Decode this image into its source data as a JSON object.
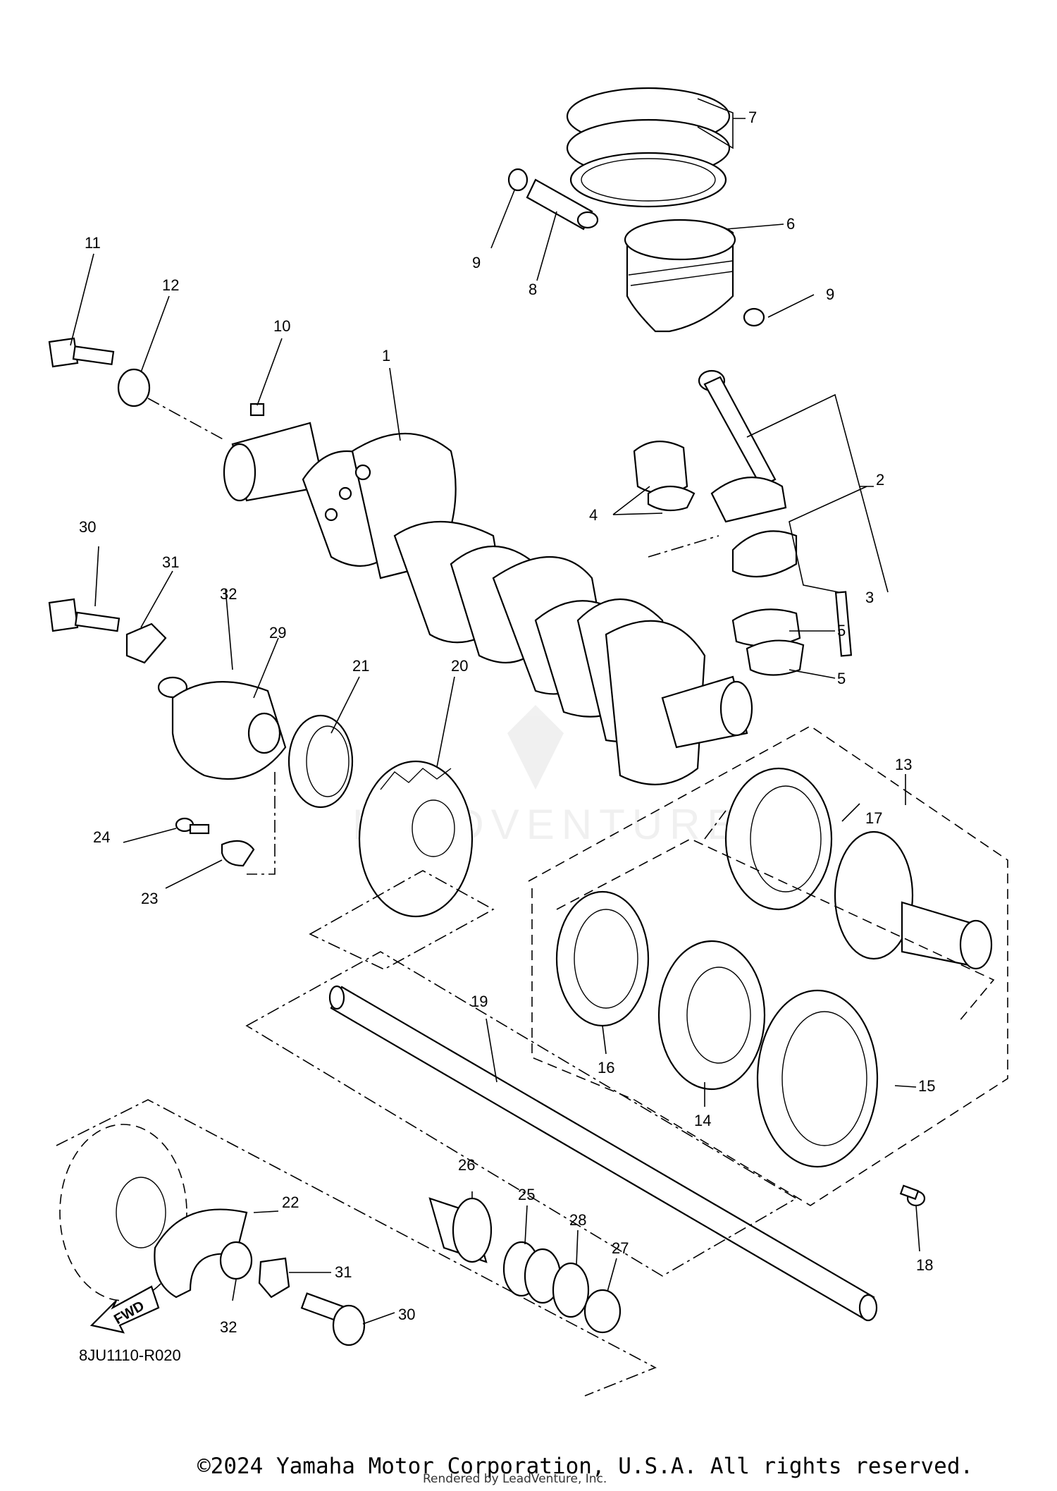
{
  "diagram": {
    "figure_code": "8JU1110-R020",
    "fwd_label": "FWD",
    "watermark": "LEADVENTURE",
    "callouts": [
      "1",
      "2",
      "3",
      "4",
      "5",
      "5",
      "6",
      "7",
      "8",
      "9",
      "9",
      "10",
      "11",
      "12",
      "13",
      "14",
      "15",
      "16",
      "17",
      "18",
      "19",
      "20",
      "21",
      "22",
      "23",
      "24",
      "25",
      "26",
      "27",
      "28",
      "29",
      "30",
      "30",
      "31",
      "31",
      "32",
      "32"
    ]
  },
  "footer": {
    "copyright": "©2024 Yamaha Motor Corporation, U.S.A. All rights reserved.",
    "rendered_by": "Rendered by LeadVenture, Inc."
  },
  "colors": {
    "line": "#000000",
    "background": "#ffffff",
    "watermark": "#e6e6e6"
  }
}
